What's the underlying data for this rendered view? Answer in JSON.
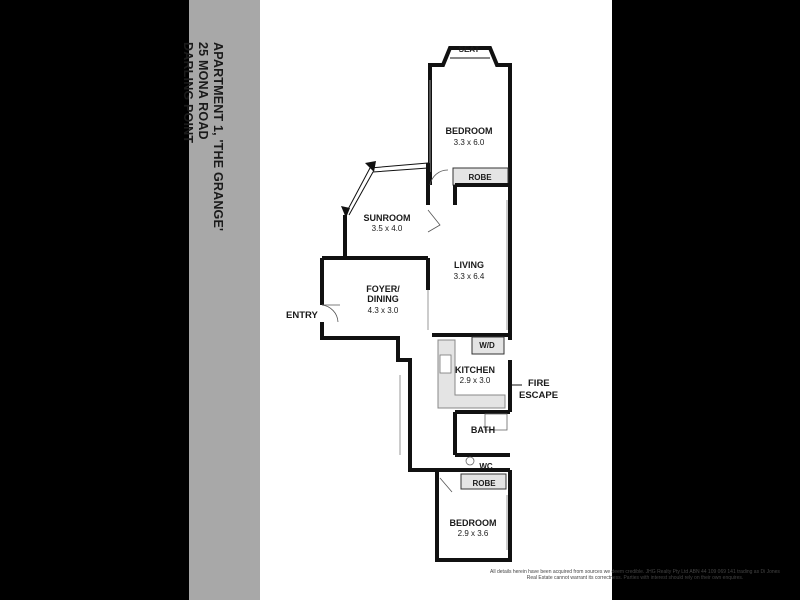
{
  "address": {
    "line1": "APARTMENT 1, 'THE GRANGE'",
    "line2": "25 MONA ROAD",
    "line3": "DARLING POINT"
  },
  "rooms": {
    "bedroom1": {
      "name": "BEDROOM",
      "size": "3.3 x 6.0"
    },
    "seat": "SEAT",
    "robe1": "ROBE",
    "sunroom": {
      "name": "SUNROOM",
      "size": "3.5 x 4.0"
    },
    "living": {
      "name": "LIVING",
      "size": "3.3 x 6.4"
    },
    "foyer": {
      "name_line1": "FOYER/",
      "name_line2": "DINING",
      "size": "4.3 x 3.0"
    },
    "wd": "W/D",
    "kitchen": {
      "name": "KITCHEN",
      "size": "2.9 x 3.0"
    },
    "bath": "BATH",
    "wc": "WC",
    "robe2": "ROBE",
    "bedroom2": {
      "name": "BEDROOM",
      "size": "2.9 x 3.6"
    }
  },
  "exterior": {
    "entry": "ENTRY",
    "fire_line1": "FIRE",
    "fire_line2": "ESCAPE"
  },
  "disclaimer": "All details herein have been acquired from sources we deem credible. JHG Realty Pty Ltd ABN 44 109 069 141 trading as Di Jones Real Estate cannot warrant its correctness. Parties with interest should rely on their own enquires.",
  "colors": {
    "background": "#000000",
    "sheet": "#ffffff",
    "side_band": "#a8a8a8",
    "robe_fill": "#e4e4e4"
  }
}
